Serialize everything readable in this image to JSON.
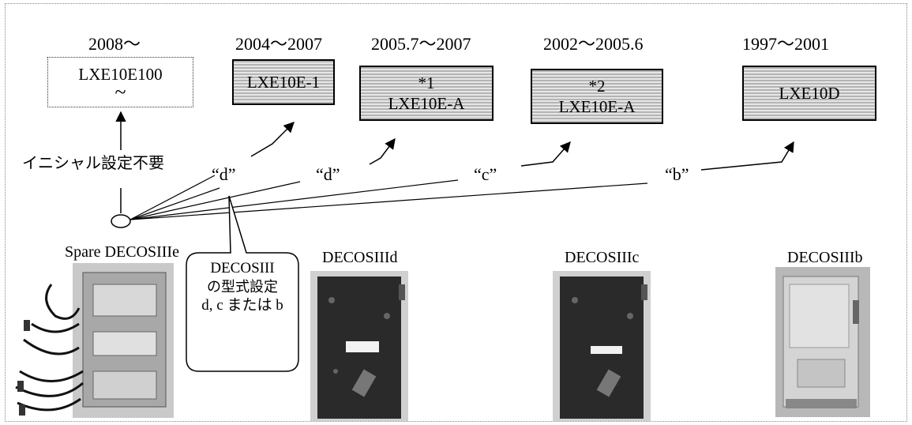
{
  "years": {
    "new": "2008～",
    "e1": "2004～2007",
    "ea1": "2005.7～2007",
    "ea2": "2002～2005.6",
    "d": "1997～2001"
  },
  "boxes": {
    "new": {
      "model": "LXE10E100",
      "tilde": "~"
    },
    "e1": {
      "model": "LXE10E-1"
    },
    "ea1": {
      "note": "*1",
      "model": "LXE10E-A"
    },
    "ea2": {
      "note": "*2",
      "model": "LXE10E-A"
    },
    "d": {
      "model": "LXE10D"
    }
  },
  "no_setting_label": "イニシャル設定不要",
  "settings": {
    "d1": "“d”",
    "d2": "“d”",
    "c": "“c”",
    "b": "“b”"
  },
  "callout": {
    "line1": "DECOSIII",
    "line2": "の型式設定",
    "line3": "d, c または b"
  },
  "boards": {
    "spare": "Spare DECOSIIIe",
    "d": "DECOSIIId",
    "c": "DECOSIIIc",
    "b": "DECOSIIIb"
  }
}
